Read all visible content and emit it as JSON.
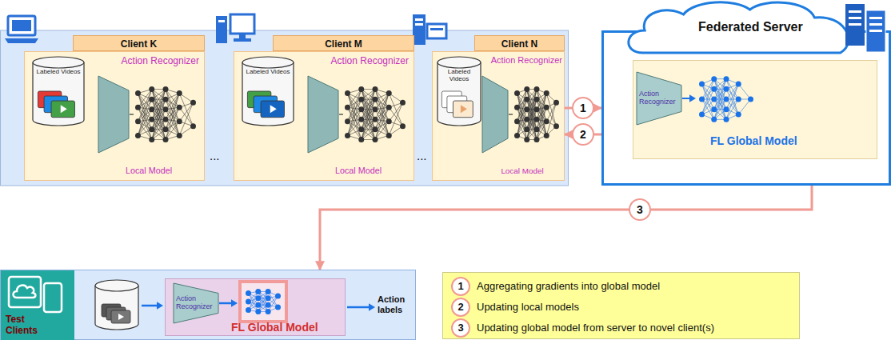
{
  "diagram": {
    "nodes": [
      {
        "text": [
          "Client K"
        ]
      },
      {
        "text": [
          "Labeled Videos"
        ],
        "in": 0
      },
      {
        "text": [
          "Action Recognizer",
          "Local Model"
        ],
        "in": 0
      },
      {
        "text": [
          "Client M"
        ]
      },
      {
        "text": [
          "Labeled Videos"
        ],
        "in": 3
      },
      {
        "text": [
          "Action Recognizer",
          "Local Model"
        ],
        "in": 3
      },
      {
        "text": [
          "Client N"
        ]
      },
      {
        "text": [
          "Labeled Videos"
        ],
        "in": 6
      },
      {
        "text": [
          "Action Recognizer",
          "Local Model"
        ],
        "in": 6
      },
      {
        "text": [
          "Federated Server"
        ]
      },
      {
        "text": [
          "FL Global Model"
        ],
        "in": 9
      },
      {
        "text": [
          "Action Recognizer"
        ],
        "in": 10
      },
      {
        "text": [
          "Test Clients"
        ]
      },
      {
        "text": [
          "FL Global Model"
        ],
        "in": 12
      },
      {
        "text": [
          "Action Recognizer"
        ],
        "in": 13
      }
    ],
    "edges": [
      {
        "from": 1,
        "to": 2,
        "arrow": "to"
      },
      {
        "from": 4,
        "to": 5,
        "arrow": "to"
      },
      {
        "from": 7,
        "to": 8,
        "arrow": "to"
      },
      {
        "from": 6,
        "to": 9,
        "label": "1",
        "arrow": "to"
      },
      {
        "from": 9,
        "to": 6,
        "label": "2",
        "arrow": "to"
      },
      {
        "from": 9,
        "to": 12,
        "label": "3",
        "arrow": "to"
      }
    ],
    "labels": [
      "...",
      "...",
      "1",
      "2",
      "3",
      "Action labels"
    ],
    "legend": [
      {
        "text": "Aggregating gradients into global model"
      },
      {
        "text": "Updating local models"
      },
      {
        "text": "Updating global model from server to novel client(s)"
      }
    ]
  }
}
